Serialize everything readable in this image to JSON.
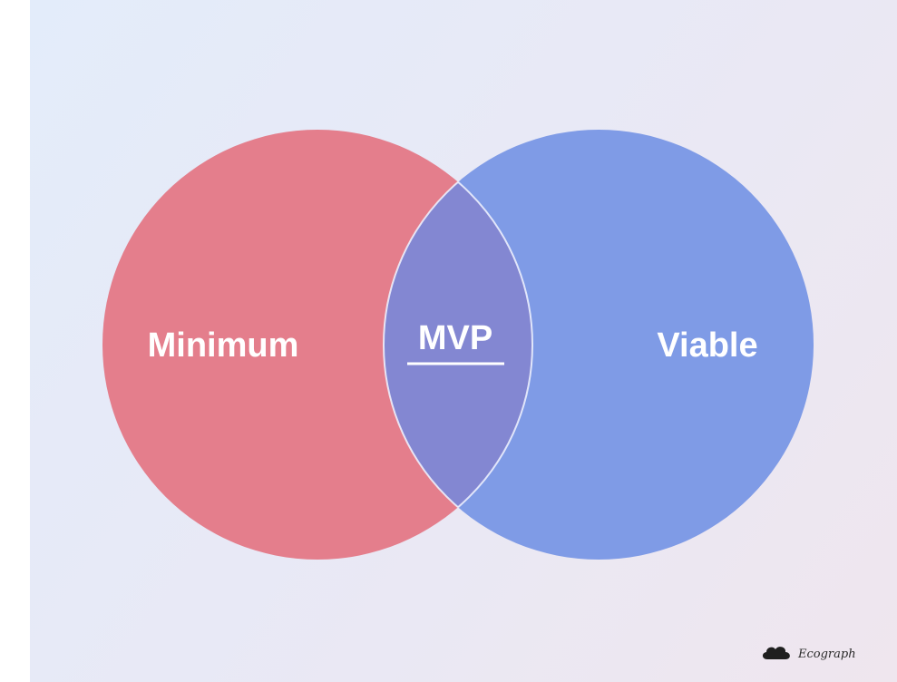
{
  "diagram": {
    "type": "venn",
    "sets": [
      {
        "label": "Minimum",
        "color": "#e47e8c"
      },
      {
        "label": "Viable",
        "color": "#7f9be6"
      }
    ],
    "intersection": {
      "label": "MVP",
      "color": "#8387d2"
    }
  },
  "watermark": {
    "text": "Ecograph",
    "icon": "cloud-icon"
  },
  "colors": {
    "background_start": "#e3ecfa",
    "background_end": "#efe6ee",
    "label_text": "#ffffff",
    "intersection_outline": "#f2f4ff"
  }
}
